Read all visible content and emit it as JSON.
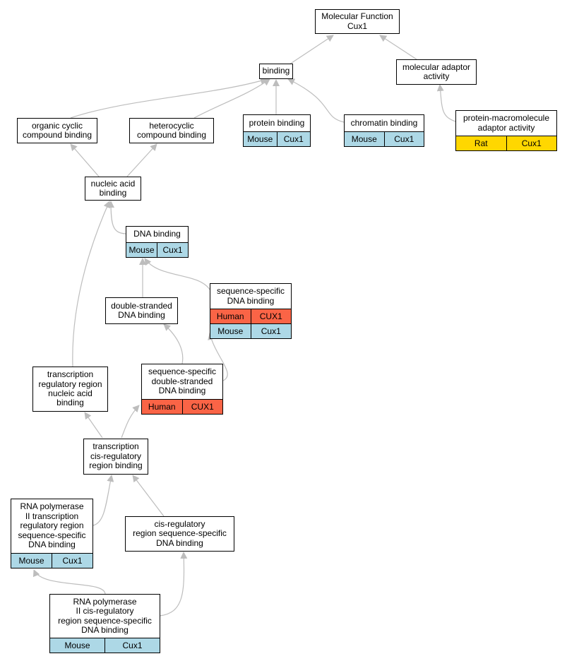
{
  "colors": {
    "mouse": "#add8e6",
    "human": "#fa6446",
    "rat": "#ffd700",
    "edge": "#bdbdbd"
  },
  "nodes": [
    {
      "id": "molecular-function",
      "lines": [
        "Molecular Function",
        "Cux1"
      ],
      "annotations": []
    },
    {
      "id": "binding",
      "lines": [
        "binding"
      ],
      "annotations": []
    },
    {
      "id": "molecular-adaptor-activity",
      "lines": [
        "molecular adaptor",
        "activity"
      ],
      "annotations": []
    },
    {
      "id": "organic-cyclic-compound-binding",
      "lines": [
        "organic cyclic",
        "compound binding"
      ],
      "annotations": []
    },
    {
      "id": "heterocyclic-compound-binding",
      "lines": [
        "heterocyclic",
        "compound binding"
      ],
      "annotations": []
    },
    {
      "id": "protein-binding",
      "lines": [
        "protein binding"
      ],
      "annotations": [
        {
          "species": "Mouse",
          "gene": "Cux1",
          "color": "mouse"
        }
      ]
    },
    {
      "id": "chromatin-binding",
      "lines": [
        "chromatin binding"
      ],
      "annotations": [
        {
          "species": "Mouse",
          "gene": "Cux1",
          "color": "mouse"
        }
      ]
    },
    {
      "id": "protein-macromolecule-adaptor-activity",
      "lines": [
        "protein-macromolecule",
        "adaptor activity"
      ],
      "annotations": [
        {
          "species": "Rat",
          "gene": "Cux1",
          "color": "rat"
        }
      ]
    },
    {
      "id": "nucleic-acid-binding",
      "lines": [
        "nucleic acid",
        "binding"
      ],
      "annotations": []
    },
    {
      "id": "dna-binding",
      "lines": [
        "DNA binding"
      ],
      "annotations": [
        {
          "species": "Mouse",
          "gene": "Cux1",
          "color": "mouse"
        }
      ]
    },
    {
      "id": "sequence-specific-dna-binding",
      "lines": [
        "sequence-specific",
        "DNA binding"
      ],
      "annotations": [
        {
          "species": "Human",
          "gene": "CUX1",
          "color": "human"
        },
        {
          "species": "Mouse",
          "gene": "Cux1",
          "color": "mouse"
        }
      ]
    },
    {
      "id": "double-stranded-dna-binding",
      "lines": [
        "double-stranded",
        "DNA binding"
      ],
      "annotations": []
    },
    {
      "id": "transcription-regulatory-region-nucleic-acid-binding",
      "lines": [
        "transcription",
        "regulatory region",
        "nucleic acid",
        "binding"
      ],
      "annotations": []
    },
    {
      "id": "sequence-specific-double-stranded-dna-binding",
      "lines": [
        "sequence-specific",
        "double-stranded",
        "DNA binding"
      ],
      "annotations": [
        {
          "species": "Human",
          "gene": "CUX1",
          "color": "human"
        }
      ]
    },
    {
      "id": "transcription-cis-regulatory-region-binding",
      "lines": [
        "transcription",
        "cis-regulatory",
        "region binding"
      ],
      "annotations": []
    },
    {
      "id": "rna-pol-ii-transcription-regulatory-region-sequence-specific-dna-binding",
      "lines": [
        "RNA polymerase",
        "II transcription",
        "regulatory region",
        "sequence-specific",
        "DNA binding"
      ],
      "annotations": [
        {
          "species": "Mouse",
          "gene": "Cux1",
          "color": "mouse"
        }
      ]
    },
    {
      "id": "cis-regulatory-region-sequence-specific-dna-binding",
      "lines": [
        "cis-regulatory",
        "region sequence-specific",
        "DNA binding"
      ],
      "annotations": []
    },
    {
      "id": "rna-pol-ii-cis-regulatory-region-sequence-specific-dna-binding",
      "lines": [
        "RNA polymerase",
        "II cis-regulatory",
        "region sequence-specific",
        "DNA binding"
      ],
      "annotations": [
        {
          "species": "Mouse",
          "gene": "Cux1",
          "color": "mouse"
        }
      ]
    }
  ]
}
